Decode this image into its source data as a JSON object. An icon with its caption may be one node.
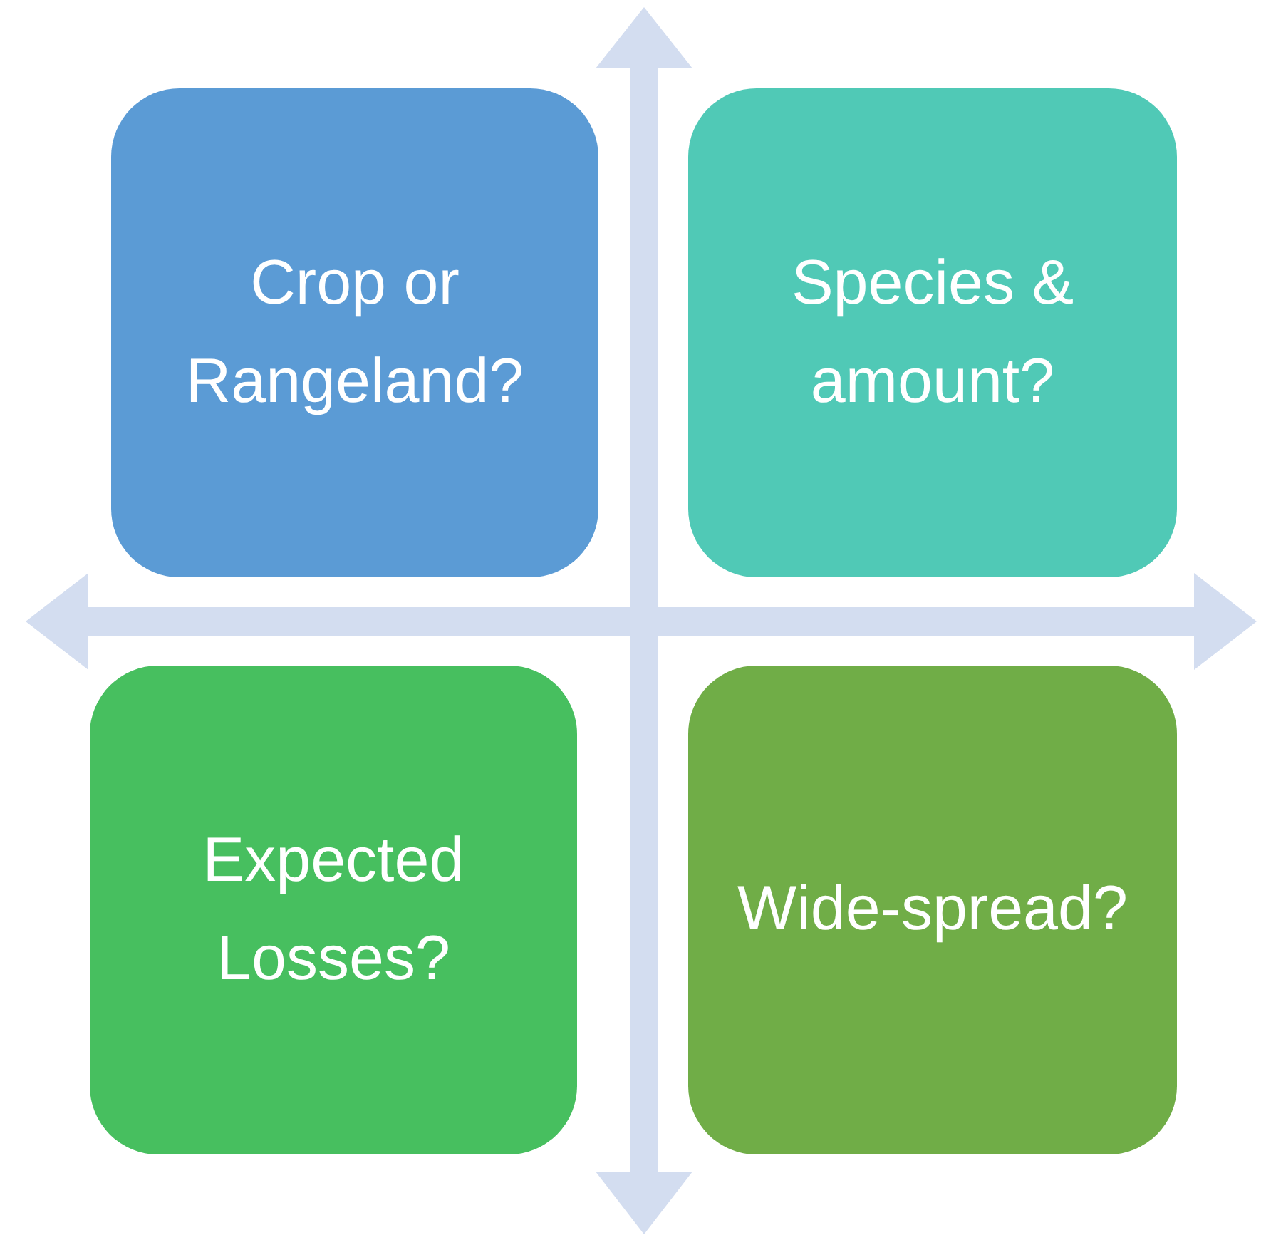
{
  "diagram": {
    "nodes": [
      {
        "text": [
          "Crop or Rangeland?"
        ]
      },
      {
        "text": [
          "Species & amount?"
        ]
      },
      {
        "text": [
          "Expected Losses?"
        ]
      },
      {
        "text": [
          "Wide-spread?"
        ]
      }
    ]
  }
}
